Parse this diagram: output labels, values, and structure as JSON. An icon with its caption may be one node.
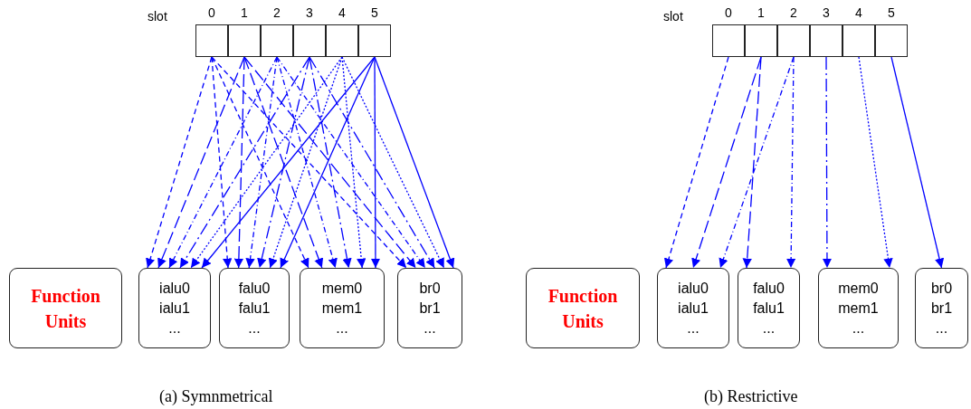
{
  "diagram": {
    "nodes": [
      {
        "text": [
          "0"
        ]
      },
      {
        "text": [
          "1"
        ]
      },
      {
        "text": [
          "2"
        ]
      },
      {
        "text": [
          "3"
        ]
      },
      {
        "text": [
          "4"
        ]
      },
      {
        "text": [
          "5"
        ]
      },
      {
        "text": [
          "Function Units"
        ]
      },
      {
        "text": [
          "ialu0",
          "ialu1",
          "..."
        ]
      },
      {
        "text": [
          "falu0",
          "falu1",
          "..."
        ]
      },
      {
        "text": [
          "mem0",
          "mem1",
          "..."
        ]
      },
      {
        "text": [
          "br0",
          "br1",
          "..."
        ]
      },
      {
        "text": [
          "0"
        ]
      },
      {
        "text": [
          "1"
        ]
      },
      {
        "text": [
          "2"
        ]
      },
      {
        "text": [
          "3"
        ]
      },
      {
        "text": [
          "4"
        ]
      },
      {
        "text": [
          "5"
        ]
      },
      {
        "text": [
          "Function Units"
        ]
      },
      {
        "text": [
          "ialu0",
          "ialu1",
          "..."
        ]
      },
      {
        "text": [
          "falu0",
          "falu1",
          "..."
        ]
      },
      {
        "text": [
          "mem0",
          "mem1",
          "..."
        ]
      },
      {
        "text": [
          "br0",
          "br1",
          "..."
        ]
      }
    ],
    "edges": [
      {
        "from": 0,
        "to": 7,
        "arrow": "to",
        "style": "dashed"
      },
      {
        "from": 0,
        "to": 8,
        "arrow": "to",
        "style": "dashed"
      },
      {
        "from": 0,
        "to": 9,
        "arrow": "to",
        "style": "dashed"
      },
      {
        "from": 0,
        "to": 10,
        "arrow": "to",
        "style": "dashed"
      },
      {
        "from": 1,
        "to": 7,
        "arrow": "to",
        "style": "dashed"
      },
      {
        "from": 1,
        "to": 8,
        "arrow": "to",
        "style": "dashed"
      },
      {
        "from": 1,
        "to": 9,
        "arrow": "to",
        "style": "dashed"
      },
      {
        "from": 1,
        "to": 10,
        "arrow": "to",
        "style": "dashed"
      },
      {
        "from": 2,
        "to": 7,
        "arrow": "to",
        "style": "dashed"
      },
      {
        "from": 2,
        "to": 8,
        "arrow": "to",
        "style": "dashed"
      },
      {
        "from": 2,
        "to": 9,
        "arrow": "to",
        "style": "dashed"
      },
      {
        "from": 2,
        "to": 10,
        "arrow": "to",
        "style": "dashed"
      },
      {
        "from": 3,
        "to": 7,
        "arrow": "to",
        "style": "dashed"
      },
      {
        "from": 3,
        "to": 8,
        "arrow": "to",
        "style": "dashed"
      },
      {
        "from": 3,
        "to": 9,
        "arrow": "to",
        "style": "dashed"
      },
      {
        "from": 3,
        "to": 10,
        "arrow": "to",
        "style": "dashed"
      },
      {
        "from": 4,
        "to": 7,
        "arrow": "to",
        "style": "dashed"
      },
      {
        "from": 4,
        "to": 8,
        "arrow": "to",
        "style": "dashed"
      },
      {
        "from": 4,
        "to": 9,
        "arrow": "to",
        "style": "dashed"
      },
      {
        "from": 4,
        "to": 10,
        "arrow": "to",
        "style": "dashed"
      },
      {
        "from": 5,
        "to": 7,
        "arrow": "to"
      },
      {
        "from": 5,
        "to": 8,
        "arrow": "to"
      },
      {
        "from": 5,
        "to": 9,
        "arrow": "to"
      },
      {
        "from": 5,
        "to": 10,
        "arrow": "to"
      },
      {
        "from": 11,
        "to": 18,
        "arrow": "to",
        "style": "dashed"
      },
      {
        "from": 12,
        "to": 18,
        "arrow": "to",
        "style": "dashed"
      },
      {
        "from": 12,
        "to": 19,
        "arrow": "to",
        "style": "dashed"
      },
      {
        "from": 13,
        "to": 18,
        "arrow": "to",
        "style": "dashed"
      },
      {
        "from": 13,
        "to": 19,
        "arrow": "to",
        "style": "dashed"
      },
      {
        "from": 14,
        "to": 20,
        "arrow": "to",
        "style": "dashed"
      },
      {
        "from": 15,
        "to": 20,
        "arrow": "to",
        "style": "dashed"
      },
      {
        "from": 16,
        "to": 21,
        "arrow": "to"
      }
    ],
    "labels": [
      "slot",
      "slot",
      "(a) Symnmetrical",
      "(b) Restrictive"
    ]
  }
}
